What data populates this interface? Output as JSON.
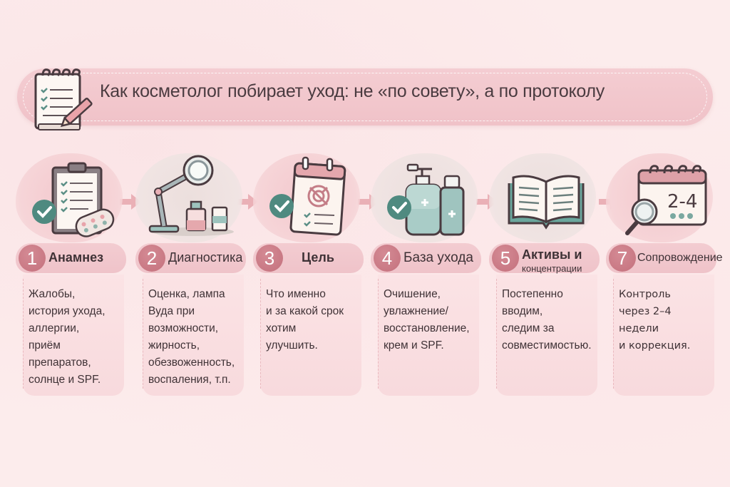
{
  "title": "Как косметолог побирает уход: не «по совету», а по протоколу",
  "colors": {
    "background": "#fcecec",
    "banner": "#f0c2c8",
    "badge": "#c4717d",
    "teal_check": "#4f8a80",
    "card": "#f9dde0",
    "arrow": "#e8a6ae"
  },
  "steps": [
    {
      "number": "1",
      "title": "Анамнез",
      "subtitle": "",
      "icon": "clipboard-checklist-pills-icon",
      "text": "Жалобы,\nистория ухода,\nаллергии,\nприём\nпрепаратов,\nсолнце и SPF."
    },
    {
      "number": "2",
      "title": "Диагностика",
      "subtitle": "",
      "icon": "magnifier-lamp-icon",
      "text": "Оценка, лампа\nВуда при\nвозможности,\nжирность,\nобезвоженность,\nвоспаления, т.п."
    },
    {
      "number": "3",
      "title": "Цель",
      "subtitle": "",
      "icon": "calendar-target-icon",
      "text": "Что именно\nи за какой срок\nхотим\nулучшить."
    },
    {
      "number": "4",
      "title": "База ухода",
      "subtitle": "",
      "icon": "skincare-bottles-icon",
      "text": "Очишение,\nувлажнение/\nвосстановление,\nкрем и SPF."
    },
    {
      "number": "5",
      "title": "Активы и",
      "subtitle": "концентрации",
      "icon": "open-book-icon",
      "text": "Постепенно\nвводим,\nследим за\nсовместимостью."
    },
    {
      "number": "7",
      "title": "Сопровождение",
      "subtitle": "",
      "icon": "calendar-magnifier-icon",
      "calendar_text": "2-4",
      "text": "Контроль\nчерез 2–4\nнедели\nи коррекция."
    }
  ]
}
